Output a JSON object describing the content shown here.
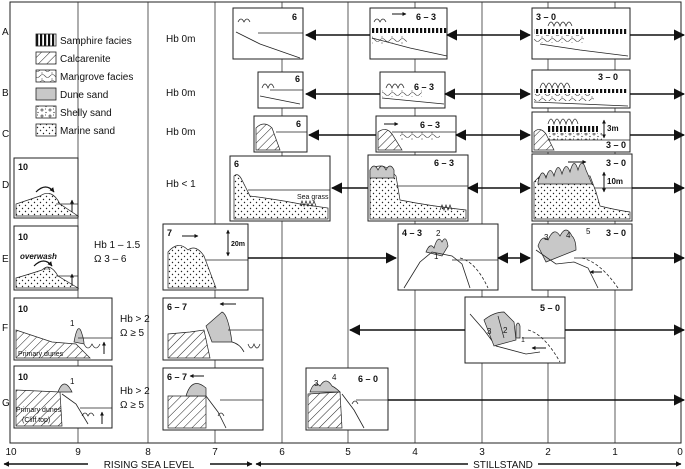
{
  "rows": [
    {
      "label": "A",
      "hb": "Hb  0m",
      "omega": ""
    },
    {
      "label": "B",
      "hb": "Hb  0m",
      "omega": ""
    },
    {
      "label": "C",
      "hb": "Hb  0m",
      "omega": ""
    },
    {
      "label": "D",
      "hb": "Hb < 1",
      "omega": ""
    },
    {
      "label": "E",
      "hb": "Hb 1 – 1.5",
      "omega": "Ω  3 – 6"
    },
    {
      "label": "F",
      "hb": "Hb >  2",
      "omega": "Ω  ≥  5"
    },
    {
      "label": "G",
      "hb": "Hb >  2",
      "omega": "Ω  ≥  5"
    }
  ],
  "legend": [
    {
      "label": "Samphire facies",
      "pattern": "samphire"
    },
    {
      "label": "Calcarenite",
      "pattern": "hatch"
    },
    {
      "label": "Mangrove facies",
      "pattern": "mangrove"
    },
    {
      "label": "Dune sand",
      "pattern": "dune"
    },
    {
      "label": "Shelly sand",
      "pattern": "shelly"
    },
    {
      "label": "Marine sand",
      "pattern": "marine"
    }
  ],
  "axis": {
    "ticks": [
      "10",
      "9",
      "8",
      "7",
      "6",
      "5",
      "4",
      "3",
      "2",
      "1",
      "0"
    ],
    "phase_left": "RISING SEA LEVEL",
    "phase_right": "STILLSTAND"
  },
  "panel_labels": {
    "a6": "6",
    "a63": "6 – 3",
    "a30": "3 – 0",
    "b6": "6",
    "b63": "6 – 3",
    "b30": "3 – 0",
    "c6": "6",
    "c63": "6 – 3",
    "c30": "3 – 0",
    "c_scale": "3m",
    "d10": "10",
    "d6": "6",
    "d_seagrass": "Sea grass",
    "d63": "6 – 3",
    "d30": "3 – 0",
    "d_scale": "10m",
    "e10": "10",
    "e_overwash": "overwash",
    "e7": "7",
    "e_scale": "20m",
    "e43": "4 – 3",
    "e_n2": "2",
    "e_n1": "1",
    "e30": "3 – 0",
    "e_n3": "3",
    "e_n4": "4",
    "e_n5": "5",
    "f10": "10",
    "f_n1": "1",
    "f_primary": "Primary dunes",
    "f67": "6 – 7",
    "f50": "5 – 0",
    "f_n3": "3",
    "f_n2": "2",
    "f_n1b": "1",
    "g10": "10",
    "g_n1": "1",
    "g_primary": "Primary dunes",
    "g_cliff": "(Cliff top)",
    "g67": "6 – 7",
    "g60": "6 – 0",
    "g_n3": "3",
    "g_n4": "4"
  }
}
